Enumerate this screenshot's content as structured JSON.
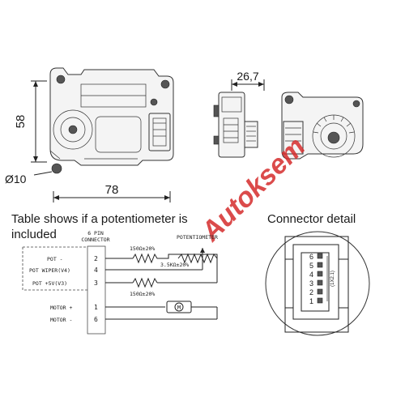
{
  "dimensions": {
    "height": "58",
    "width": "78",
    "depth": "26,7",
    "hole_diameter": "Ø10"
  },
  "watermark": {
    "text": "Autoksem",
    "color": "#d52b2b"
  },
  "table_note": "Table shows if a potentiometer is included",
  "table_note_line1": "Table shows if a potentiometer is",
  "table_note_line2": "included",
  "connector_detail_title": "Connector detail",
  "schematic": {
    "connector_header_line1": "6 PIN",
    "connector_header_line2": "CONNECTOR",
    "potentiometer_label": "POTENTIOMETER",
    "resistor_top": "150Ω±20%",
    "resistor_pot": "3.5KΩ±20%",
    "resistor_bottom": "150Ω±20%",
    "motor_symbol": "M",
    "pins": [
      {
        "label": "POT -",
        "pin": "2"
      },
      {
        "label": "POT WIPER(V4)",
        "pin": "4"
      },
      {
        "label": "POT +5V(V3)",
        "pin": "3"
      },
      {
        "label": "MOTOR +",
        "pin": "1"
      },
      {
        "label": "MOTOR -",
        "pin": "6"
      }
    ]
  },
  "connector_detail": {
    "pin_numbers": [
      "6",
      "5",
      "4",
      "3",
      "2",
      "1"
    ],
    "pitch_label": "(1X2.1)"
  }
}
